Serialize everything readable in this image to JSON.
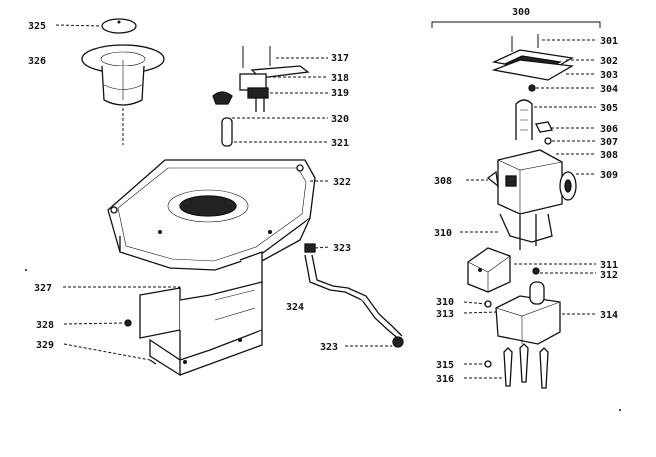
{
  "labels": {
    "l300": "300",
    "l301": "301",
    "l302": "302",
    "l303": "303",
    "l304": "304",
    "l305": "305",
    "l306": "306",
    "l307": "307",
    "l308": "308",
    "l308b": "308",
    "l309": "309",
    "l310a": "310",
    "l310b": "310",
    "l311": "311",
    "l312": "312",
    "l313": "313",
    "l314": "314",
    "l315": "315",
    "l316": "316",
    "l317": "317",
    "l318": "318",
    "l319": "319",
    "l320": "320",
    "l321": "321",
    "l322": "322",
    "l323a": "323",
    "l323b": "323",
    "l324": "324",
    "l325": "325",
    "l326": "326",
    "l327": "327",
    "l328": "328",
    "l329": "329"
  }
}
